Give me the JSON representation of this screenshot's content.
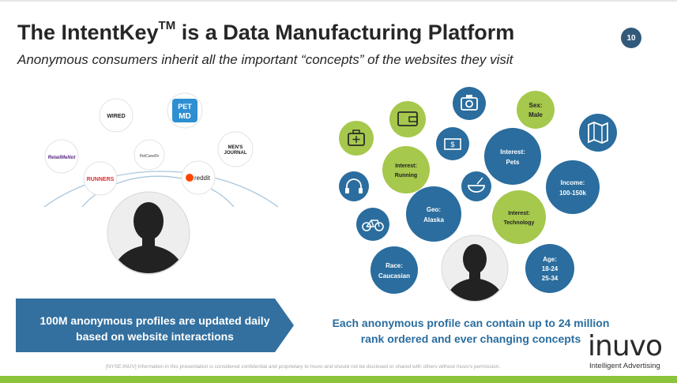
{
  "slide": {
    "title": "The IntentKey",
    "title_tm": "TM",
    "title_rest": " is a Data Manufacturing Platform",
    "subtitle": "Anonymous consumers inherit all the important “concepts” of the websites they visit",
    "page_number": "10"
  },
  "left_panel": {
    "logos": [
      {
        "name": "wired",
        "text": "WIRED"
      },
      {
        "name": "petmd",
        "line1": "PET",
        "line2": "MD"
      },
      {
        "name": "mens-journal",
        "line1": "MEN'S",
        "line2": "JOURNAL"
      },
      {
        "name": "retailmenot",
        "text": "RetailMeNot"
      },
      {
        "name": "petcare",
        "text": "PetCareRx"
      },
      {
        "name": "runners",
        "text": "RUNNERS"
      },
      {
        "name": "reddit",
        "text": "reddit"
      }
    ],
    "banner_text": "100M anonymous profiles are updated daily based on website interactions"
  },
  "right_panel": {
    "bubbles": [
      {
        "id": "sex",
        "line1": "Sex:",
        "line2": "Male"
      },
      {
        "id": "interest-running",
        "line1": "Interest:",
        "line2": "Running"
      },
      {
        "id": "interest-pets",
        "line1": "Interest:",
        "line2": "Pets"
      },
      {
        "id": "income",
        "line1": "Income:",
        "line2": "100-150k"
      },
      {
        "id": "geo",
        "line1": "Geo:",
        "line2": "Alaska"
      },
      {
        "id": "interest-technology",
        "line1": "Interest:",
        "line2": "Technology"
      },
      {
        "id": "race",
        "line1": "Race:",
        "line2": "Caucasian"
      },
      {
        "id": "age",
        "line1": "Age:",
        "line2": "18-24",
        "line3": "25-34"
      }
    ],
    "caption": "Each anonymous profile can contain up to 24 million rank ordered and ever changing concepts"
  },
  "footer": {
    "disclaimer": "[NYSE:INUV] Information in this presentation is considered confidential and proprietary to Inuvo and should not be disclosed or shared with others without Inuvo's permission.",
    "logo_word": "inuvo",
    "logo_tagline": "Intelligent Advertising"
  },
  "colors": {
    "blue": "#2a6d9e",
    "green": "#a6c84c",
    "banner": "#33709f",
    "footer_green": "#8cc43c"
  }
}
